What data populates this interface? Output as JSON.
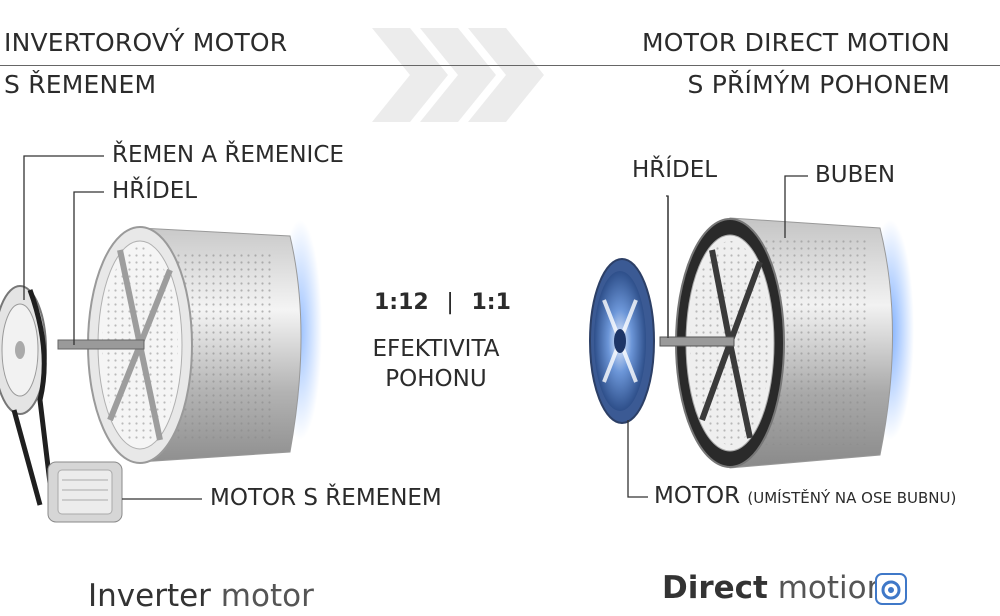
{
  "left": {
    "title_line1": "INVERTOROVÝ MOTOR",
    "title_line2": "S ŘEMENEM",
    "labels": {
      "belt": "ŘEMEN A ŘEMENICE",
      "shaft": "HŘÍDEL",
      "motor": "MOTOR S ŘEMENEM"
    },
    "logo_word1": "Inverter",
    "logo_word2": "motor"
  },
  "right": {
    "title_line1": "MOTOR DIRECT MOTION",
    "title_line2": "S PŘÍMÝM POHONEM",
    "labels": {
      "shaft": "HŘÍDEL",
      "drum": "BUBEN",
      "motor": "MOTOR",
      "motor_note": "(UMÍSTĚNÝ NA OSE BUBNU)"
    },
    "logo_word1": "Direct",
    "logo_word2": "motion"
  },
  "center": {
    "ratio_left": "1:12",
    "separator": "|",
    "ratio_right": "1:1",
    "efficiency_line1": "EFEKTIVITA",
    "efficiency_line2": "POHONU"
  },
  "colors": {
    "text": "#2b2b2b",
    "accent_blue": "#3f78c8",
    "chevron": "#e6e6e6"
  }
}
